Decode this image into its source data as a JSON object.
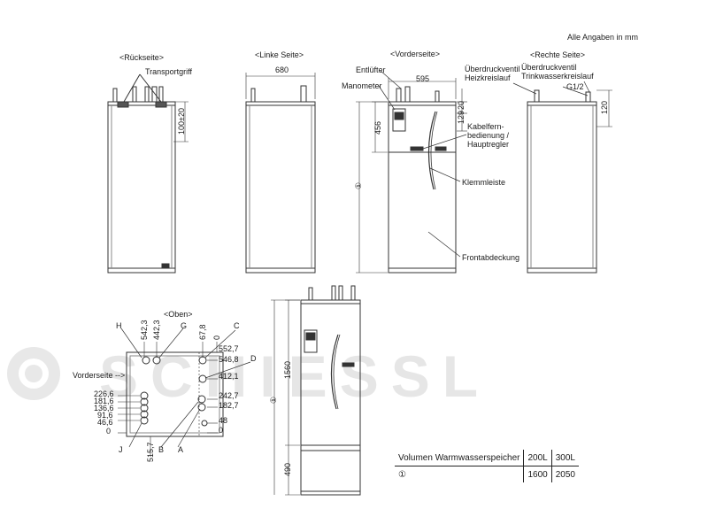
{
  "units_note": "Alle Angaben in mm",
  "watermark": "SCHIESSL",
  "views": {
    "back": "<Rückseite>",
    "left": "<Linke Seite>",
    "front": "<Vorderseite>",
    "right": "<Rechte Seite>",
    "top": "<Oben>"
  },
  "labels": {
    "transportgriff": "Transportgriff",
    "entluefter": "Entlüfter",
    "manometer": "Manometer",
    "kabel1": "Kabelfern-",
    "kabel2": "bedienung /",
    "kabel3": "Hauptregler",
    "klemmleiste": "Klemmleiste",
    "frontabdeckung": "Frontabdeckung",
    "ueberdruck_heiz1": "Überdruckventil",
    "ueberdruck_heiz2": "Heizkreislauf",
    "ueberdruck_trink1": "Überdruckventil",
    "ueberdruck_trink2": "Trinkwasserkreislauf",
    "vorderseite_arrow": "Vorderseite -->",
    "circle_one": "①"
  },
  "dimensions": {
    "d680": "680",
    "d595": "595",
    "d100": "100±20",
    "d456": "456",
    "d129": "129",
    "d20": "20",
    "g12": "G1/2",
    "d120": "120",
    "d1560": "1560",
    "d490": "490"
  },
  "top_view": {
    "letters_top": [
      "H",
      "G",
      "C"
    ],
    "letters_right": [
      "D"
    ],
    "letters_bottom": [
      "J",
      "B",
      "A"
    ],
    "top_dims": [
      "542,3",
      "442,3",
      "67,8",
      "0"
    ],
    "right_dims": [
      "552,7",
      "546,8",
      "412,1",
      "242,7",
      "182,7",
      "48",
      "0"
    ],
    "left_dims": [
      "226,6",
      "181,6",
      "136,6",
      "91,6",
      "46,6",
      "0"
    ],
    "bottom_dim": "515,7"
  },
  "volume_table": {
    "header": "Volumen Warmwasserspeicher",
    "col1": "200L",
    "col2": "300L",
    "row_symbol": "①",
    "row_v1": "1600",
    "row_v2": "2050"
  }
}
